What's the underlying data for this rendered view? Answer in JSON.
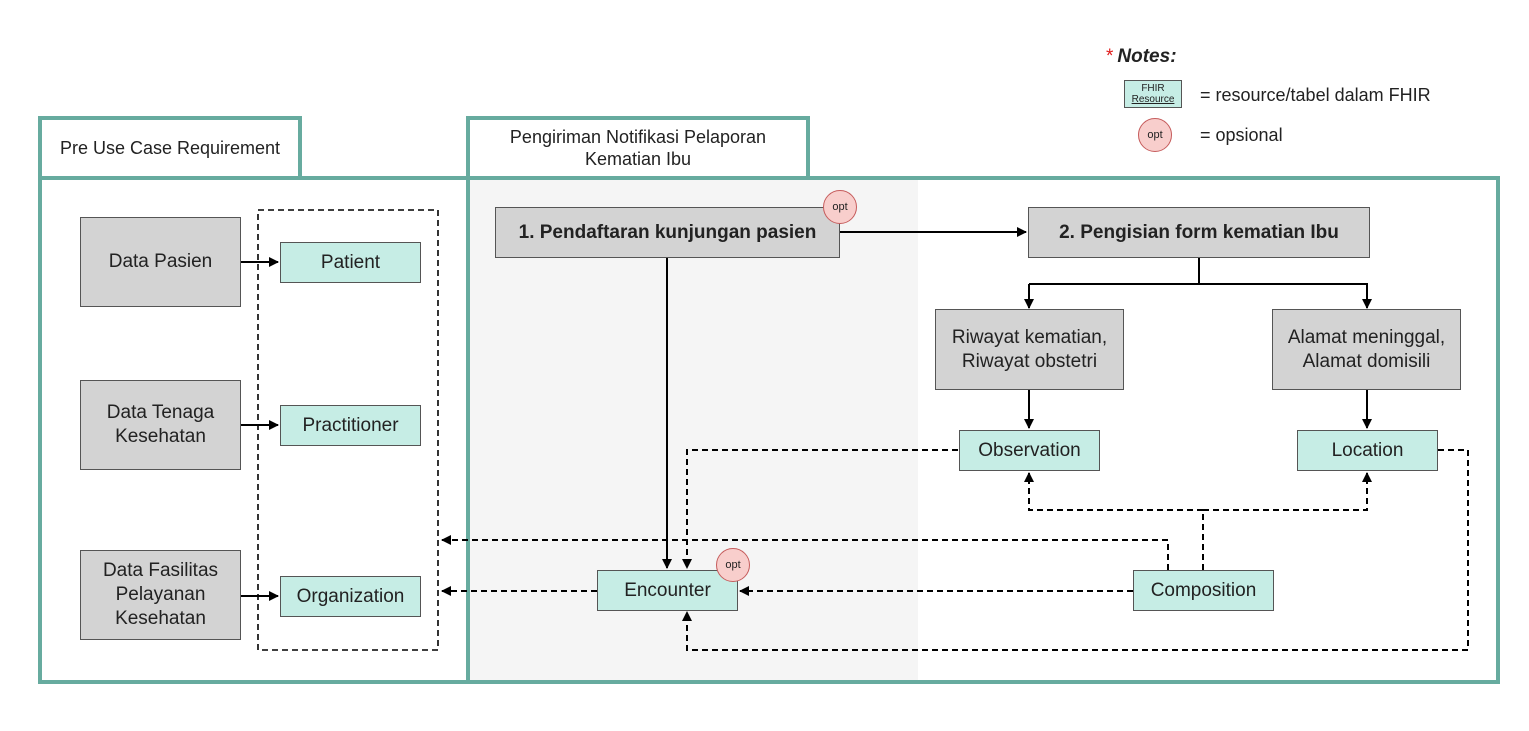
{
  "notes": {
    "star": "*",
    "title": "Notes:",
    "fhir_sample_line1": "FHIR",
    "fhir_sample_line2": "Resource",
    "fhir_desc": "= resource/tabel dalam FHIR",
    "opt_sample": "opt",
    "opt_desc": "= opsional"
  },
  "sections": {
    "pre": {
      "title": "Pre Use Case Requirement"
    },
    "main": {
      "title_line1": "Pengiriman Notifikasi Pelaporan",
      "title_line2": "Kematian Ibu"
    }
  },
  "pre_items": {
    "data_pasien": "Data Pasien",
    "data_tenaga_1": "Data Tenaga",
    "data_tenaga_2": "Kesehatan",
    "data_fasilitas_1": "Data Fasilitas",
    "data_fasilitas_2": "Pelayanan",
    "data_fasilitas_3": "Kesehatan"
  },
  "resources": {
    "patient": "Patient",
    "practitioner": "Practitioner",
    "organization": "Organization",
    "encounter": "Encounter",
    "observation": "Observation",
    "location": "Location",
    "composition": "Composition"
  },
  "steps": {
    "step1": "1. Pendaftaran kunjungan pasien",
    "step2": "2. Pengisian form kematian Ibu",
    "riwayat_1": "Riwayat kematian,",
    "riwayat_2": "Riwayat obstetri",
    "alamat_1": "Alamat meninggal,",
    "alamat_2": "Alamat domisili"
  },
  "opt_badges": {
    "step1": "opt",
    "encounter": "opt"
  },
  "colors": {
    "frame": "#67ab9f",
    "fhir_fill": "#c6ede5",
    "grey_fill": "#d3d3d3",
    "opt_fill": "#f8cecc",
    "star": "#e01b1b"
  }
}
